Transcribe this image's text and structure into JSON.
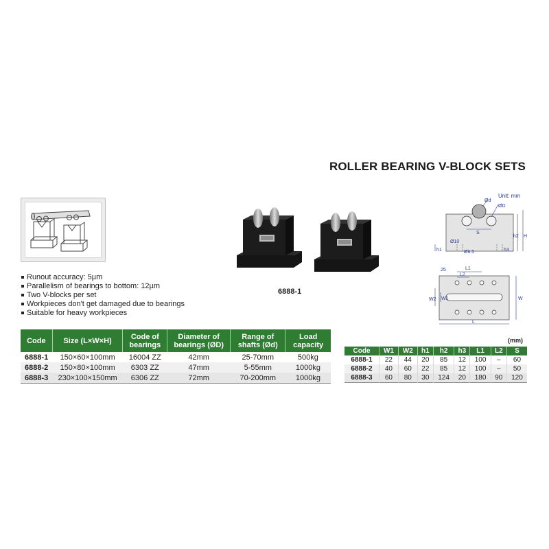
{
  "title": "ROLLER BEARING V-BLOCK SETS",
  "model_label": "6888-1",
  "unit_note": "Unit: mm",
  "features": [
    "Runout accuracy: 5µm",
    "Parallelism of bearings to bottom: 12µm",
    "Two V-blocks per set",
    "Workpieces don't get damaged due to bearings",
    "Suitable for heavy workpieces"
  ],
  "diagram_labels": {
    "d_small": "Ød",
    "d_big": "ØD",
    "s": "S",
    "d10": "Ø10",
    "d65": "Ø6.5",
    "h1": "h1",
    "h2": "h2",
    "h3": "h3",
    "h": "H",
    "l1": "L1",
    "l2": "L2",
    "l": "L",
    "w1": "W1",
    "w2": "W2",
    "w": "W",
    "dim25": "25"
  },
  "spec_table": {
    "headers": [
      "Code",
      "Size (L×W×H)",
      "Code of bearings",
      "Diameter of bearings (ØD)",
      "Range of shafts (Ød)",
      "Load capacity"
    ],
    "rows": [
      [
        "6888-1",
        "150×60×100mm",
        "16004 ZZ",
        "42mm",
        "25-70mm",
        "500kg"
      ],
      [
        "6888-2",
        "150×80×100mm",
        "6303 ZZ",
        "47mm",
        "5-55mm",
        "1000kg"
      ],
      [
        "6888-3",
        "230×100×150mm",
        "6306 ZZ",
        "72mm",
        "70-200mm",
        "1000kg"
      ]
    ]
  },
  "dim_table": {
    "unit": "(mm)",
    "headers": [
      "Code",
      "W1",
      "W2",
      "h1",
      "h2",
      "h3",
      "L1",
      "L2",
      "S"
    ],
    "rows": [
      [
        "6888-1",
        "22",
        "44",
        "20",
        "85",
        "12",
        "100",
        "–",
        "60"
      ],
      [
        "6888-2",
        "40",
        "60",
        "22",
        "85",
        "12",
        "100",
        "–",
        "50"
      ],
      [
        "6888-3",
        "60",
        "80",
        "30",
        "124",
        "20",
        "180",
        "90",
        "120"
      ]
    ]
  },
  "colors": {
    "header_green": "#2e7d32",
    "dimension_blue": "#2a3b8f",
    "block_black": "#1c1c1c"
  }
}
